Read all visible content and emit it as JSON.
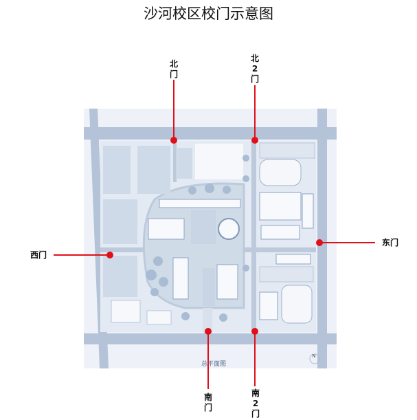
{
  "title": "沙河校区校门示意图",
  "map": {
    "caption": "总平面图",
    "north_label": "N",
    "colors": {
      "road": "#b4c3d8",
      "bg": "#eef2f8",
      "block": "#d3deeb",
      "building": "#f7f9fc",
      "marker": "#e0101a"
    }
  },
  "gates": {
    "north": [
      "北",
      "门"
    ],
    "north2": [
      "北",
      "2",
      "门"
    ],
    "east": "东门",
    "west": "西门",
    "south": [
      "南",
      "门"
    ],
    "south2": [
      "南",
      "2",
      "门"
    ]
  }
}
